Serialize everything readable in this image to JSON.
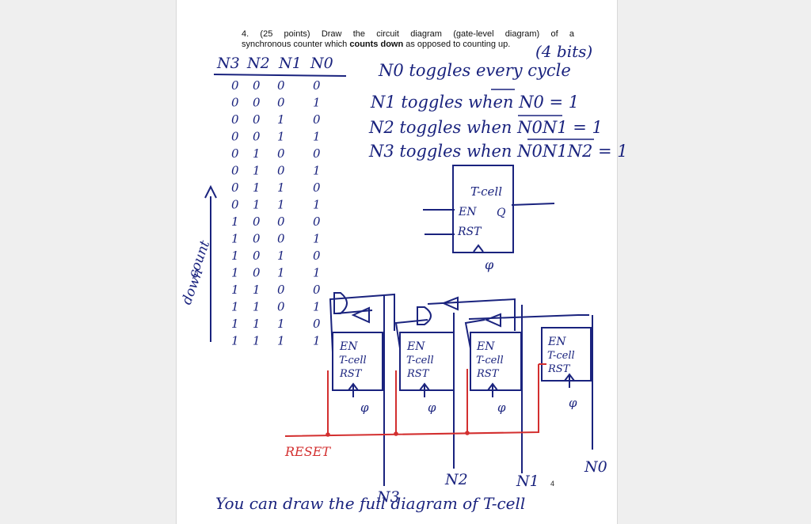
{
  "question": {
    "line1_prefix": "4. (25 points) Draw the circuit diagram (gate-level diagram) of a",
    "line2_before": "synchronous counter which ",
    "line2_bold": "counts down",
    "line2_after": " as opposed to counting up."
  },
  "page_number": "4",
  "handwriting": {
    "bits_note": "(4 bits)",
    "table_header": [
      "N3",
      "N2",
      "N1",
      "N0"
    ],
    "table_rows": [
      [
        "0",
        "0",
        "0",
        "0"
      ],
      [
        "0",
        "0",
        "0",
        "1"
      ],
      [
        "0",
        "0",
        "1",
        "0"
      ],
      [
        "0",
        "0",
        "1",
        "1"
      ],
      [
        "0",
        "1",
        "0",
        "0"
      ],
      [
        "0",
        "1",
        "0",
        "1"
      ],
      [
        "0",
        "1",
        "1",
        "0"
      ],
      [
        "0",
        "1",
        "1",
        "1"
      ],
      [
        "1",
        "0",
        "0",
        "0"
      ],
      [
        "1",
        "0",
        "0",
        "1"
      ],
      [
        "1",
        "0",
        "1",
        "0"
      ],
      [
        "1",
        "0",
        "1",
        "1"
      ],
      [
        "1",
        "1",
        "0",
        "0"
      ],
      [
        "1",
        "1",
        "0",
        "1"
      ],
      [
        "1",
        "1",
        "1",
        "0"
      ],
      [
        "1",
        "1",
        "1",
        "1"
      ]
    ],
    "count_label": "count",
    "down_label": "down",
    "rules": [
      "N0 toggles every cycle",
      "N1 toggles when N0 = 1",
      "N2 toggles when N0N1 = 1",
      "N3 toggles when N0N1N2 = 1"
    ],
    "tcell_diagram": {
      "title": "T-cell",
      "en": "EN",
      "q": "Q",
      "rst": "RST",
      "clk": "φ"
    },
    "cells": [
      {
        "title": "T-cell",
        "en": "EN",
        "rst": "RST",
        "clk": "φ"
      },
      {
        "title": "T-cell",
        "en": "EN",
        "rst": "RST",
        "clk": "φ"
      },
      {
        "title": "T-cell",
        "en": "EN",
        "rst": "RST",
        "clk": "φ"
      },
      {
        "title": "T-cell",
        "en": "EN",
        "rst": "RST",
        "clk": "φ"
      }
    ],
    "reset_label": "RESET",
    "outputs": [
      "N3",
      "N2",
      "N1",
      "N0"
    ],
    "footer_note": "You can draw the full diagram of T-cell"
  }
}
